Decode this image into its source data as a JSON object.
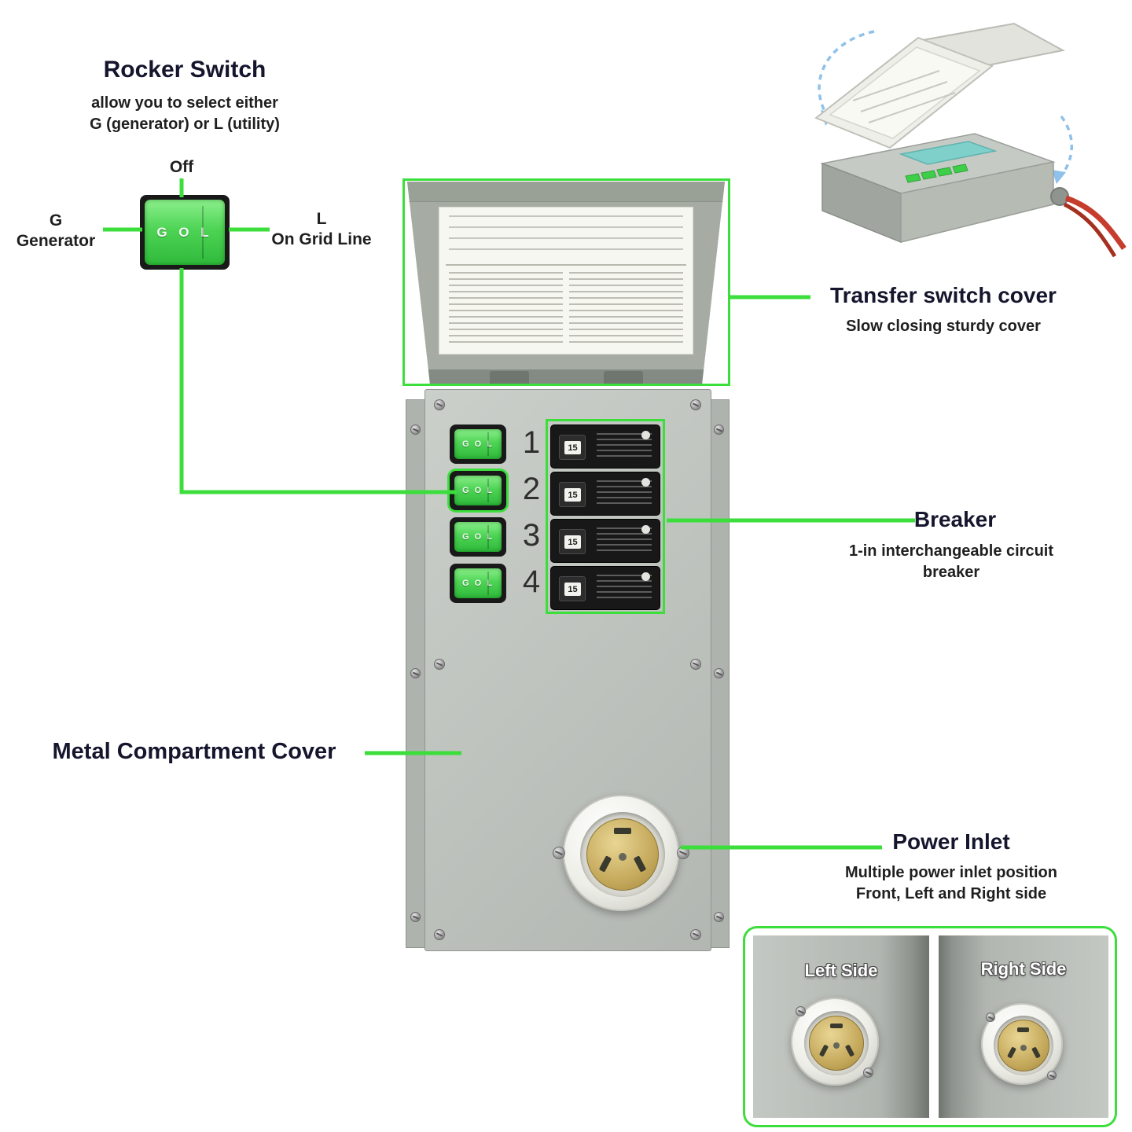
{
  "colors": {
    "accent_green": "#3CDE3C"
  },
  "rocker_switch": {
    "title": "Rocker Switch",
    "desc_line1": "allow you to select either",
    "desc_line2": "G (generator) or L (utility)",
    "off_label": "Off",
    "left_letter": "G",
    "left_name": "Generator",
    "right_letter": "L",
    "right_name": "On Grid Line",
    "switch_text": "G O L"
  },
  "transfer_cover": {
    "title": "Transfer switch cover",
    "subtitle": "Slow closing sturdy cover"
  },
  "breaker": {
    "title": "Breaker",
    "subtitle_line1": "1-in interchangeable circuit",
    "subtitle_line2": "breaker",
    "amp_label": "15"
  },
  "compartment": {
    "title": "Metal Compartment Cover"
  },
  "power_inlet": {
    "title": "Power Inlet",
    "subtitle_line1": "Multiple power inlet position",
    "subtitle_line2": "Front, Left and Right side",
    "left_panel_label": "Left Side",
    "right_panel_label": "Right Side"
  },
  "main_unit": {
    "switch_text": "G O L",
    "switch_numbers": [
      "1",
      "2",
      "3",
      "4"
    ]
  }
}
